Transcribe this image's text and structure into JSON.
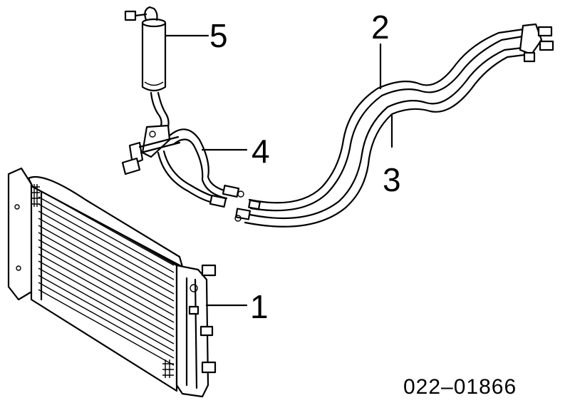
{
  "callouts": {
    "radiator": "1",
    "hose_upper": "2",
    "hose_lower": "3",
    "hose_return": "4",
    "filter": "5"
  },
  "reference_code": "022–01866"
}
